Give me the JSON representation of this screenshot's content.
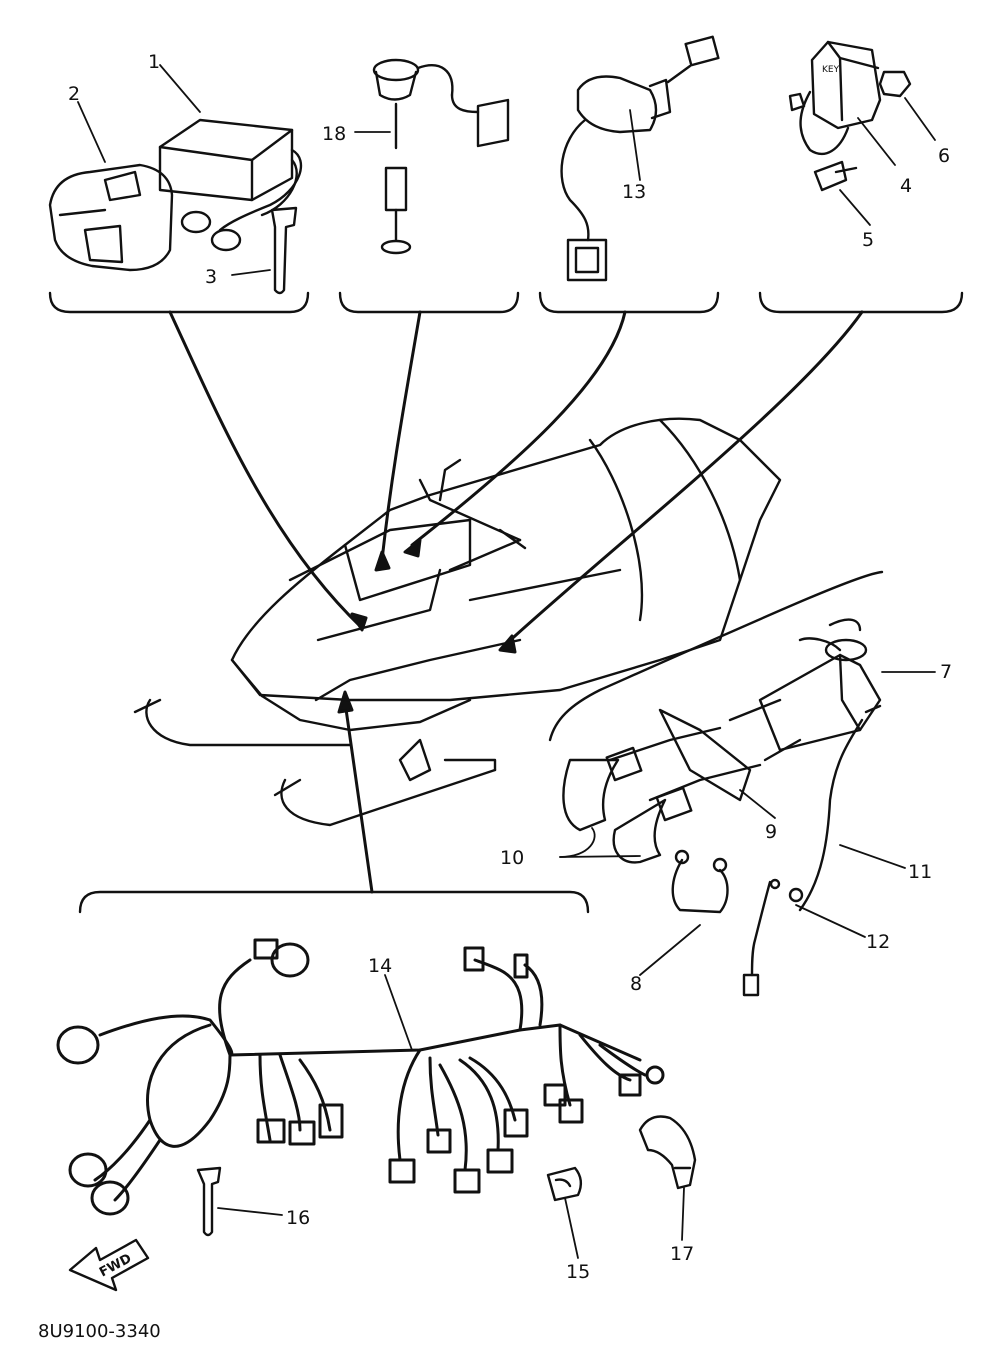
{
  "callouts": [
    "1",
    "2",
    "3",
    "4",
    "5",
    "6",
    "7",
    "8",
    "9",
    "10",
    "11",
    "12",
    "13",
    "14",
    "15",
    "16",
    "17",
    "18"
  ],
  "fwd_label": "FWD",
  "diagram_code": "8U9100-3340",
  "key_tag_text": "KEY"
}
